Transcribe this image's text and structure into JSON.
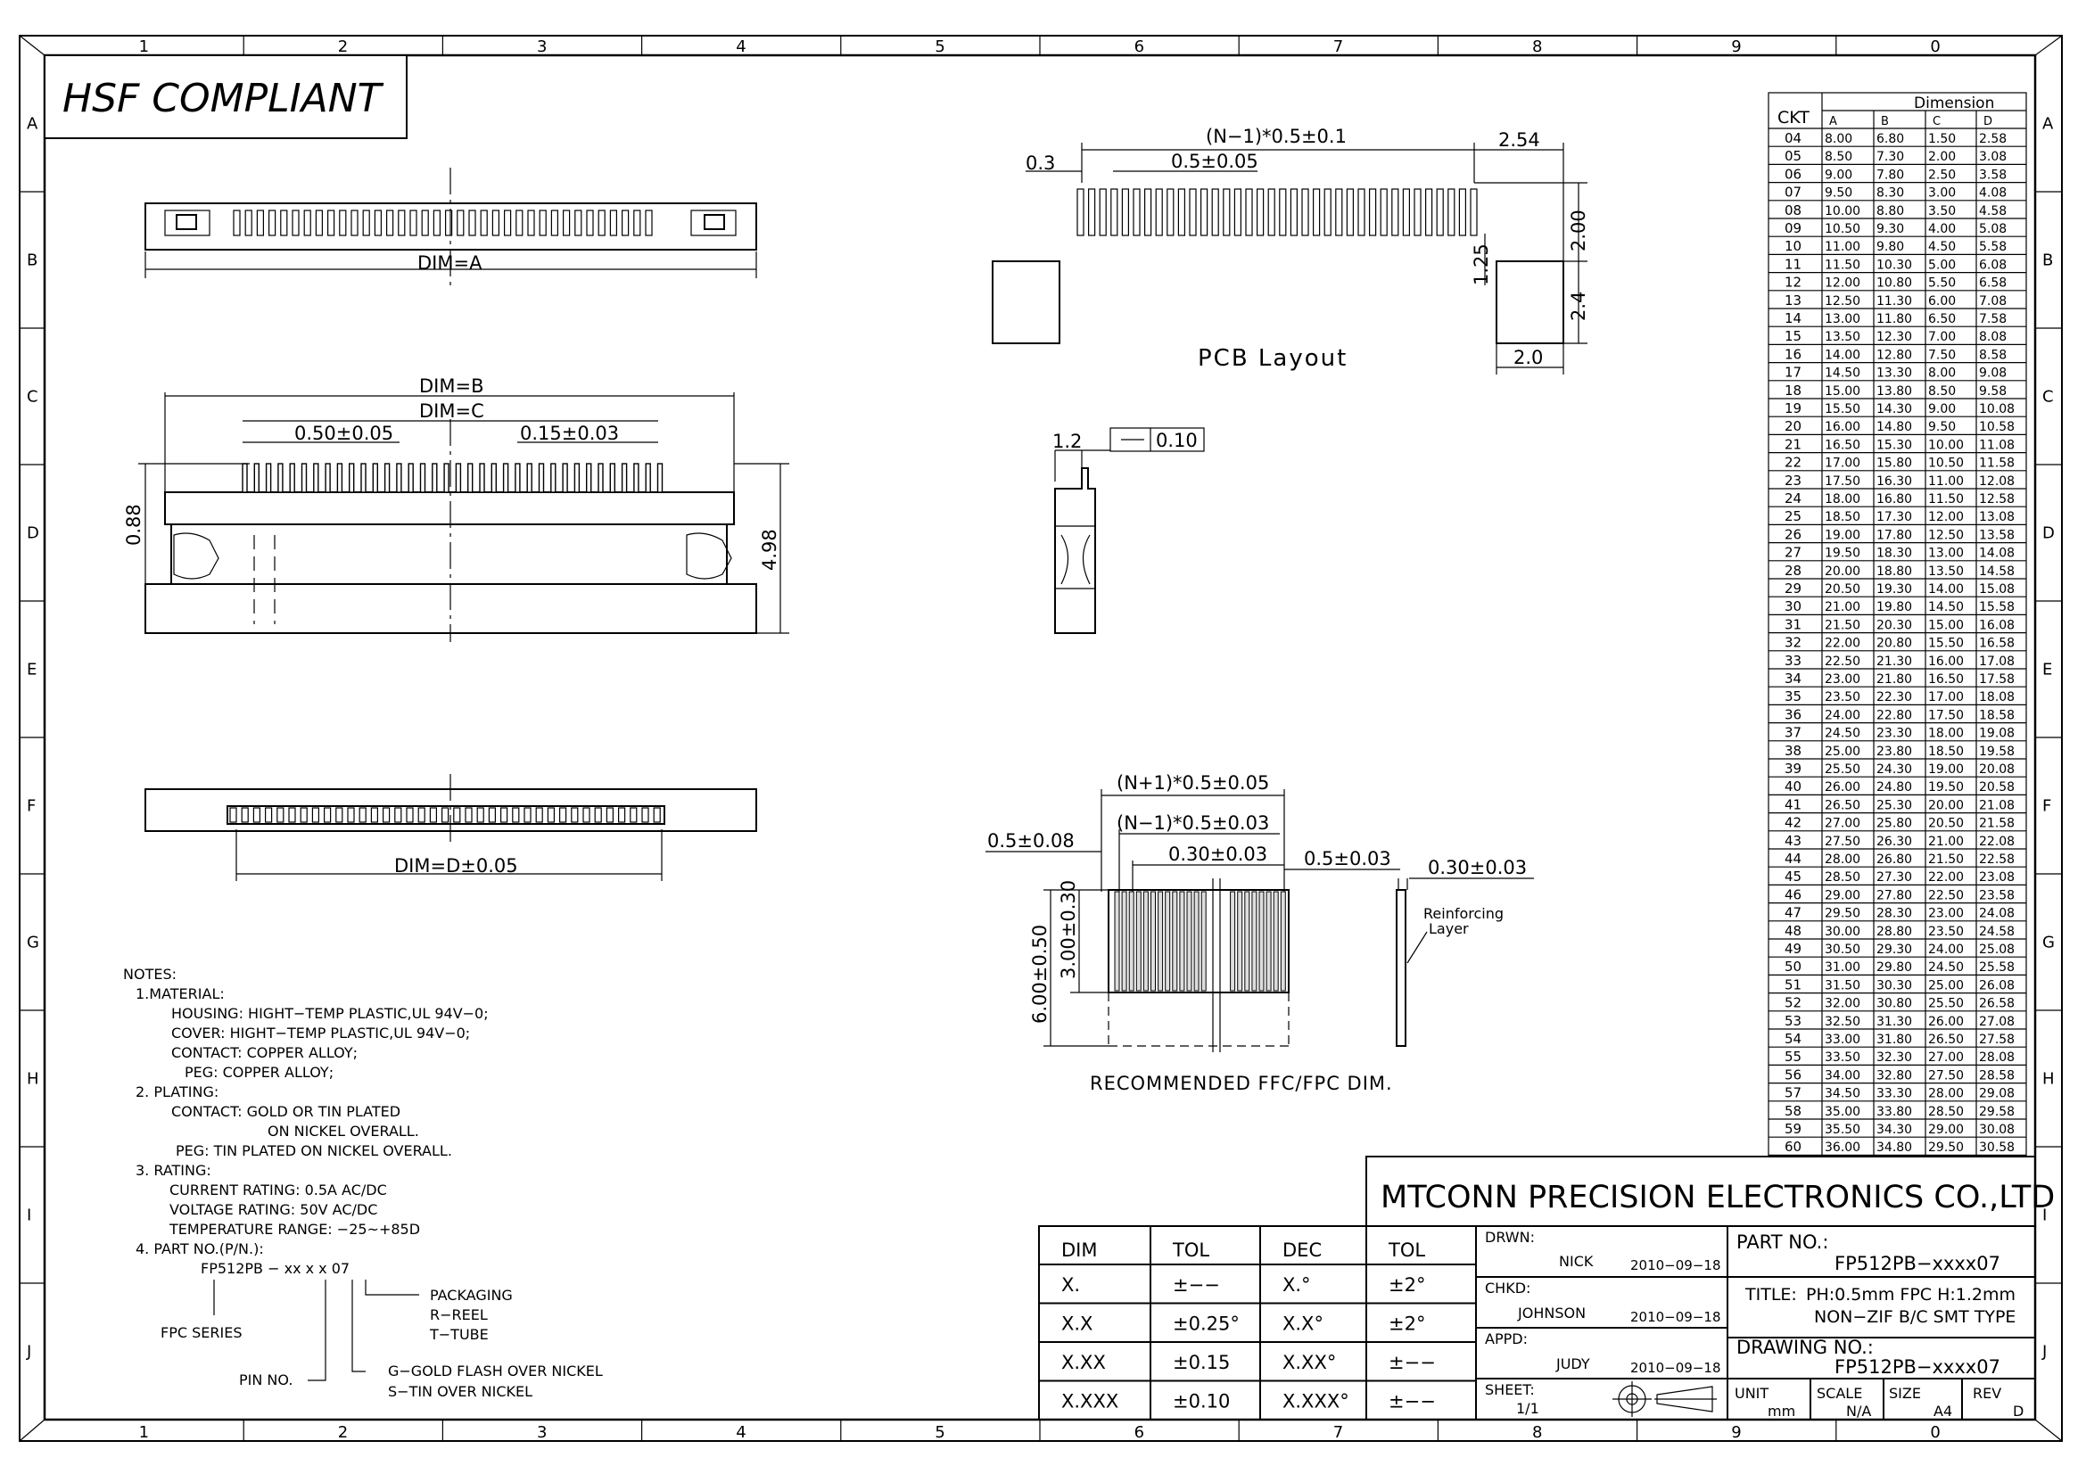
{
  "border": {
    "columns": [
      "1",
      "2",
      "3",
      "4",
      "5",
      "6",
      "7",
      "8",
      "9",
      "0"
    ],
    "rows": [
      "A",
      "B",
      "C",
      "D",
      "E",
      "F",
      "G",
      "H",
      "I",
      "J"
    ]
  },
  "banner": "HSF COMPLIANT",
  "top_view": {
    "dim_label": "DIM=A"
  },
  "front_view": {
    "dim_b": "DIM=B",
    "dim_c": "DIM=C",
    "pitch": "0.50±0.05",
    "pin_width": "0.15±0.03",
    "height_left": "0.88",
    "height_right": "4.98"
  },
  "bottom_view": {
    "dim_label": "DIM=D±0.05"
  },
  "pcb_layout": {
    "title": "PCB Layout",
    "pitch_total": "(N−1)*0.5±0.1",
    "pad_offset": "0.3",
    "pad_pitch": "0.5±0.05",
    "side_width": "2.54",
    "pad_height": "2.00",
    "gap": "1.25",
    "mount_height": "2.4",
    "mount_width": "2.0"
  },
  "side_view": {
    "thickness": "1.2",
    "flatness": "0.10"
  },
  "ffc": {
    "title": "RECOMMENDED FFC/FPC DIM.",
    "total_width": "(N+1)*0.5±0.05",
    "inner_width": "(N−1)*0.5±0.03",
    "edge": "0.5±0.08",
    "conductor": "0.30±0.03",
    "pitch": "0.5±0.03",
    "thickness": "0.30±0.03",
    "length": "6.00±0.50",
    "exposed": "3.00±0.30",
    "layer_label": [
      "Reinforcing",
      "Layer"
    ]
  },
  "notes": {
    "lines": [
      "NOTES:",
      "1.MATERIAL:",
      "HOUSING: HIGHT−TEMP PLASTIC,UL 94V−0;",
      "COVER: HIGHT−TEMP PLASTIC,UL 94V−0;",
      "CONTACT: COPPER ALLOY;",
      "PEG: COPPER ALLOY;",
      "2. PLATING:",
      "CONTACT: GOLD OR TIN PLATED",
      "ON NICKEL OVERALL.",
      "PEG: TIN PLATED ON NICKEL OVERALL.",
      "3. RATING:",
      "CURRENT RATING: 0.5A AC/DC",
      "VOLTAGE RATING: 50V AC/DC",
      "TEMPERATURE RANGE: −25~+85D",
      "4. PART NO.(P/N.):"
    ],
    "part_no": "FP512PB − xx x x 07",
    "packaging": [
      "PACKAGING",
      "R−REEL",
      "T−TUBE"
    ],
    "series": "FPC SERIES",
    "pin_no": "PIN NO.",
    "plating": [
      "G−GOLD FLASH OVER NICKEL",
      "S−TIN OVER NICKEL"
    ]
  },
  "dimension_table": {
    "header": "Dimension",
    "columns": [
      "CKT",
      "A",
      "B",
      "C",
      "D"
    ],
    "rows": [
      [
        "04",
        "8.00",
        "6.80",
        "1.50",
        "2.58"
      ],
      [
        "05",
        "8.50",
        "7.30",
        "2.00",
        "3.08"
      ],
      [
        "06",
        "9.00",
        "7.80",
        "2.50",
        "3.58"
      ],
      [
        "07",
        "9.50",
        "8.30",
        "3.00",
        "4.08"
      ],
      [
        "08",
        "10.00",
        "8.80",
        "3.50",
        "4.58"
      ],
      [
        "09",
        "10.50",
        "9.30",
        "4.00",
        "5.08"
      ],
      [
        "10",
        "11.00",
        "9.80",
        "4.50",
        "5.58"
      ],
      [
        "11",
        "11.50",
        "10.30",
        "5.00",
        "6.08"
      ],
      [
        "12",
        "12.00",
        "10.80",
        "5.50",
        "6.58"
      ],
      [
        "13",
        "12.50",
        "11.30",
        "6.00",
        "7.08"
      ],
      [
        "14",
        "13.00",
        "11.80",
        "6.50",
        "7.58"
      ],
      [
        "15",
        "13.50",
        "12.30",
        "7.00",
        "8.08"
      ],
      [
        "16",
        "14.00",
        "12.80",
        "7.50",
        "8.58"
      ],
      [
        "17",
        "14.50",
        "13.30",
        "8.00",
        "9.08"
      ],
      [
        "18",
        "15.00",
        "13.80",
        "8.50",
        "9.58"
      ],
      [
        "19",
        "15.50",
        "14.30",
        "9.00",
        "10.08"
      ],
      [
        "20",
        "16.00",
        "14.80",
        "9.50",
        "10.58"
      ],
      [
        "21",
        "16.50",
        "15.30",
        "10.00",
        "11.08"
      ],
      [
        "22",
        "17.00",
        "15.80",
        "10.50",
        "11.58"
      ],
      [
        "23",
        "17.50",
        "16.30",
        "11.00",
        "12.08"
      ],
      [
        "24",
        "18.00",
        "16.80",
        "11.50",
        "12.58"
      ],
      [
        "25",
        "18.50",
        "17.30",
        "12.00",
        "13.08"
      ],
      [
        "26",
        "19.00",
        "17.80",
        "12.50",
        "13.58"
      ],
      [
        "27",
        "19.50",
        "18.30",
        "13.00",
        "14.08"
      ],
      [
        "28",
        "20.00",
        "18.80",
        "13.50",
        "14.58"
      ],
      [
        "29",
        "20.50",
        "19.30",
        "14.00",
        "15.08"
      ],
      [
        "30",
        "21.00",
        "19.80",
        "14.50",
        "15.58"
      ],
      [
        "31",
        "21.50",
        "20.30",
        "15.00",
        "16.08"
      ],
      [
        "32",
        "22.00",
        "20.80",
        "15.50",
        "16.58"
      ],
      [
        "33",
        "22.50",
        "21.30",
        "16.00",
        "17.08"
      ],
      [
        "34",
        "23.00",
        "21.80",
        "16.50",
        "17.58"
      ],
      [
        "35",
        "23.50",
        "22.30",
        "17.00",
        "18.08"
      ],
      [
        "36",
        "24.00",
        "22.80",
        "17.50",
        "18.58"
      ],
      [
        "37",
        "24.50",
        "23.30",
        "18.00",
        "19.08"
      ],
      [
        "38",
        "25.00",
        "23.80",
        "18.50",
        "19.58"
      ],
      [
        "39",
        "25.50",
        "24.30",
        "19.00",
        "20.08"
      ],
      [
        "40",
        "26.00",
        "24.80",
        "19.50",
        "20.58"
      ],
      [
        "41",
        "26.50",
        "25.30",
        "20.00",
        "21.08"
      ],
      [
        "42",
        "27.00",
        "25.80",
        "20.50",
        "21.58"
      ],
      [
        "43",
        "27.50",
        "26.30",
        "21.00",
        "22.08"
      ],
      [
        "44",
        "28.00",
        "26.80",
        "21.50",
        "22.58"
      ],
      [
        "45",
        "28.50",
        "27.30",
        "22.00",
        "23.08"
      ],
      [
        "46",
        "29.00",
        "27.80",
        "22.50",
        "23.58"
      ],
      [
        "47",
        "29.50",
        "28.30",
        "23.00",
        "24.08"
      ],
      [
        "48",
        "30.00",
        "28.80",
        "23.50",
        "24.58"
      ],
      [
        "49",
        "30.50",
        "29.30",
        "24.00",
        "25.08"
      ],
      [
        "50",
        "31.00",
        "29.80",
        "24.50",
        "25.58"
      ],
      [
        "51",
        "31.50",
        "30.30",
        "25.00",
        "26.08"
      ],
      [
        "52",
        "32.00",
        "30.80",
        "25.50",
        "26.58"
      ],
      [
        "53",
        "32.50",
        "31.30",
        "26.00",
        "27.08"
      ],
      [
        "54",
        "33.00",
        "31.80",
        "26.50",
        "27.58"
      ],
      [
        "55",
        "33.50",
        "32.30",
        "27.00",
        "28.08"
      ],
      [
        "56",
        "34.00",
        "32.80",
        "27.50",
        "28.58"
      ],
      [
        "57",
        "34.50",
        "33.30",
        "28.00",
        "29.08"
      ],
      [
        "58",
        "35.00",
        "33.80",
        "28.50",
        "29.58"
      ],
      [
        "59",
        "35.50",
        "34.30",
        "29.00",
        "30.08"
      ],
      [
        "60",
        "36.00",
        "34.80",
        "29.50",
        "30.58"
      ]
    ]
  },
  "tolerance_table": {
    "headers": [
      "DIM",
      "TOL",
      "DEC",
      "TOL"
    ],
    "rows": [
      [
        "X.",
        "±−−",
        "X.°",
        "±2°"
      ],
      [
        "X.X",
        "±0.25°",
        "X.X°",
        "±2°"
      ],
      [
        "X.XX",
        "±0.15",
        "X.XX°",
        "±−−"
      ],
      [
        "X.XXX",
        "±0.10",
        "X.XXX°",
        "±−−"
      ]
    ]
  },
  "title_block": {
    "company": "MTCONN PRECISION ELECTRONICS CO.,LTD",
    "drawn_label": "DRWN:",
    "drawn_by": "NICK",
    "drawn_date": "2010−09−18",
    "checked_label": "CHKD:",
    "checked_by": "JOHNSON",
    "checked_date": "2010−09−18",
    "approved_label": "APPD:",
    "approved_by": "JUDY",
    "approved_date": "2010−09−18",
    "sheet_label": "SHEET:",
    "sheet": "1/1",
    "part_no_label": "PART NO.:",
    "part_no": "FP512PB−xxxx07",
    "title_label": "TITLE:",
    "title_line1": "PH:0.5mm FPC H:1.2mm",
    "title_line2": "NON−ZIF B/C SMT TYPE",
    "drawing_no_label": "DRAWING NO.:",
    "drawing_no": "FP512PB−xxxx07",
    "unit_label": "UNIT",
    "unit": "mm",
    "scale_label": "SCALE",
    "scale": "N/A",
    "size_label": "SIZE",
    "size": "A4",
    "rev_label": "REV",
    "rev": "D"
  }
}
